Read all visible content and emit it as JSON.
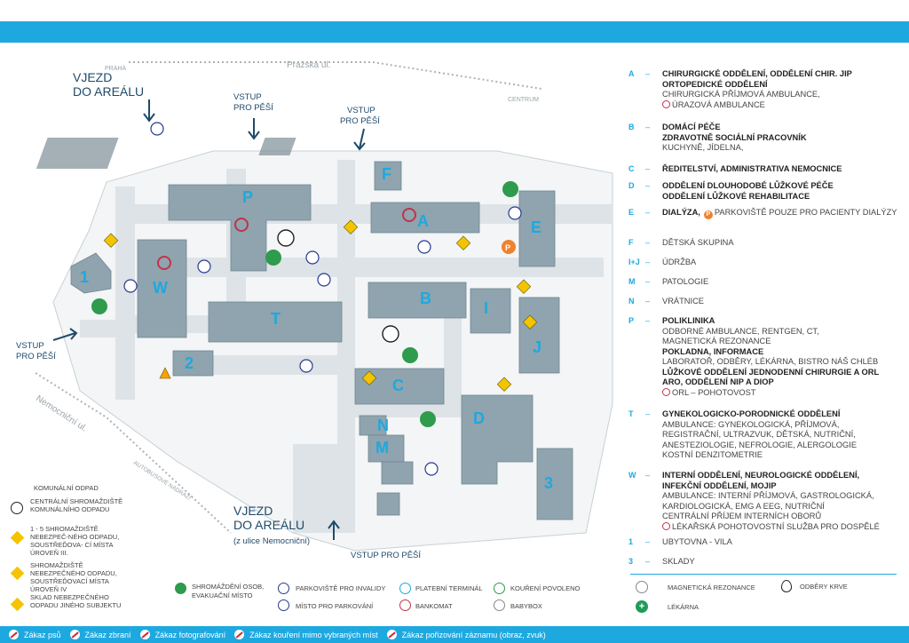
{
  "map": {
    "entrance_top_line1": "VJEZD",
    "entrance_top_line2": "DO AREÁLU",
    "entrance_bottom_line1": "VJEZD",
    "entrance_bottom_line2": "DO AREÁLU",
    "entrance_bottom_line3": "(z ulice Nemocniční)",
    "ped_top1_line1": "VSTUP",
    "ped_top1_line2": "PRO PĚŠÍ",
    "ped_top2_line1": "VSTUP",
    "ped_top2_line2": "PRO PĚŠÍ",
    "ped_left_line1": "VSTUP",
    "ped_left_line2": "PRO PĚŠÍ",
    "ped_bottom": "VSTUP PRO PĚŠÍ",
    "street_prazska": "Pražská ul.",
    "street_praha": "PRAHA",
    "street_centrum": "CENTRUM",
    "street_nemocnicni": "Nemocniční ul.",
    "street_autobus": "AUTOBUSOVÉ NÁDRAŽÍ",
    "buildings": [
      "P",
      "A",
      "F",
      "E",
      "W",
      "1",
      "T",
      "B",
      "I",
      "J",
      "2",
      "C",
      "D",
      "N",
      "M",
      "3"
    ]
  },
  "waste_legend": {
    "title": "KOMUNÁLNÍ ODPAD",
    "central": "CENTRÁLNÍ SHROMAŽDIŠTĚ KOMUNÁLNÍHO ODPADU",
    "hazard1": "1 - 5 SHROMAŽDIŠTĚ NEBEZPEČ-NÉHO ODPADU, SOUSTŘEĎOVA- CÍ MÍSTA ÚROVEŇ III.",
    "hazard2": "SHROMAŽDIŠTĚ NEBEZPEČNÉHO ODPADU, SOUSTŘEĎOVACÍ MÍSTA ÚROVEŇ IV",
    "hazard3": "SKLAD NEBEZPEČNÉHO ODPADU JINÉHO SUBJEKTU"
  },
  "icon_legend": {
    "assembly": "SHROMÁŽDĚNÍ OSOB, EVAKUAČNÍ MÍSTO",
    "disabled_parking": "PARKOVIŠTĚ PRO INVALIDY",
    "parking": "MÍSTO PRO PARKOVÁNÍ",
    "terminal": "PLATEBNÍ TERMINÁL",
    "atm": "BANKOMAT",
    "smoking": "KOUŘENÍ POVOLENO",
    "babybox": "BABYBOX",
    "mri": "MAGNETICKÁ REZONANCE",
    "blood": "ODBĚRY KRVE",
    "pharmacy": "LÉKÁRNA"
  },
  "legend": [
    {
      "key": "A",
      "lines": [
        {
          "t": "CHIRURGICKÉ ODDĚLENÍ, ODDĚLENÍ CHIR. JIP",
          "b": true
        },
        {
          "t": "ORTOPEDICKÉ ODDĚLENÍ",
          "b": true
        },
        {
          "t": "CHIRURGICKÁ PŘÍJMOVÁ AMBULANCE,",
          "b": false
        },
        {
          "t": "ÚRAZOVÁ AMBULANCE",
          "b": false,
          "ring": true
        }
      ]
    },
    {
      "key": "B",
      "lines": [
        {
          "t": "DOMÁCÍ PÉČE",
          "b": true
        },
        {
          "t": "ZDRAVOTNĚ SOCIÁLNÍ PRACOVNÍK",
          "b": true
        },
        {
          "t": "KUCHYNĚ, JÍDELNA,",
          "b": false
        }
      ]
    },
    {
      "key": "C",
      "lines": [
        {
          "t": "ŘEDITELSTVÍ, ADMINISTRATIVA NEMOCNICE",
          "b": true
        }
      ]
    },
    {
      "key": "D",
      "lines": [
        {
          "t": "ODDĚLENÍ DLOUHODOBÉ LŮŽKOVÉ PÉČE",
          "b": true
        },
        {
          "t": "ODDĚLENÍ LŮŽKOVÉ REHABILITACE",
          "b": true
        }
      ]
    },
    {
      "key": "E",
      "lines": [
        {
          "t": "DIALÝZA,",
          "b": true,
          "tail": "PARKOVIŠTĚ POUZE PRO PACIENTY DIALÝZY"
        }
      ]
    },
    {
      "key": "F",
      "lines": [
        {
          "t": "DĚTSKÁ SKUPINA",
          "b": false
        }
      ]
    },
    {
      "key": "I+J",
      "lines": [
        {
          "t": "ÚDRŽBA",
          "b": false
        }
      ]
    },
    {
      "key": "M",
      "lines": [
        {
          "t": "PATOLOGIE",
          "b": false
        }
      ]
    },
    {
      "key": "N",
      "lines": [
        {
          "t": "VRÁTNICE",
          "b": false
        }
      ]
    },
    {
      "key": "P",
      "lines": [
        {
          "t": "POLIKLINIKA",
          "b": true
        },
        {
          "t": "ODBORNÉ AMBULANCE, RENTGEN, CT,",
          "b": false
        },
        {
          "t": "MAGNETICKÁ REZONANCE",
          "b": false
        },
        {
          "t": "POKLADNA, INFORMACE",
          "b": true
        },
        {
          "t": "LABORATOŘ, ODBĚRY, LÉKÁRNA, BISTRO NÁŠ CHLÉB",
          "b": false
        },
        {
          "t": "LŮŽKOVÉ ODDĚLENÍ JEDNODENNÍ CHIRURGIE A ORL",
          "b": true
        },
        {
          "t": "ARO, ODDĚLENÍ NIP A DIOP",
          "b": true
        },
        {
          "t": "ORL – POHOTOVOST",
          "b": false,
          "ring": true
        }
      ]
    },
    {
      "key": "T",
      "lines": [
        {
          "t": "GYNEKOLOGICKO-PORODNICKÉ ODDĚLENÍ",
          "b": true
        },
        {
          "t": "AMBULANCE: GYNEKOLOGICKÁ, PŘÍJMOVÁ,",
          "b": false
        },
        {
          "t": "REGISTRAČNÍ, ULTRAZVUK, DĚTSKÁ, NUTRIČNÍ,",
          "b": false
        },
        {
          "t": "ANESTEZIOLOGIE, NEFROLOGIE, ALERGOLOGIE",
          "b": false
        },
        {
          "t": "KOSTNÍ DENZITOMETRIE",
          "b": false
        }
      ]
    },
    {
      "key": "W",
      "lines": [
        {
          "t": "INTERNÍ ODDĚLENÍ, NEUROLOGICKÉ ODDĚLENÍ,",
          "b": true
        },
        {
          "t": "INFEKČNÍ ODDĚLENÍ, MOJIP",
          "b": true
        },
        {
          "t": "AMBULANCE: INTERNÍ PŘÍJMOVÁ, GASTROLOGICKÁ,",
          "b": false
        },
        {
          "t": "KARDIOLOGICKÁ, EMG A EEG, NUTRIČNÍ",
          "b": false
        },
        {
          "t": "CENTRÁLNÍ PŘÍJEM INTERNÍCH OBORŮ",
          "b": false
        },
        {
          "t": "LÉKAŘSKÁ POHOTOVOSTNÍ SLUŽBA PRO DOSPĚLÉ",
          "b": false,
          "ring": true
        }
      ]
    },
    {
      "key": "1",
      "lines": [
        {
          "t": "UBYTOVNA - VILA",
          "b": false
        }
      ]
    },
    {
      "key": "3",
      "lines": [
        {
          "t": "SKLADY",
          "b": false
        }
      ]
    }
  ],
  "prohibitions": [
    "Zákaz psů",
    "Zákaz zbraní",
    "Zákaz fotografování",
    "Zákaz kouření mimo vybraných míst",
    "Zákaz pořizování záznamu (obraz, zvuk)"
  ]
}
